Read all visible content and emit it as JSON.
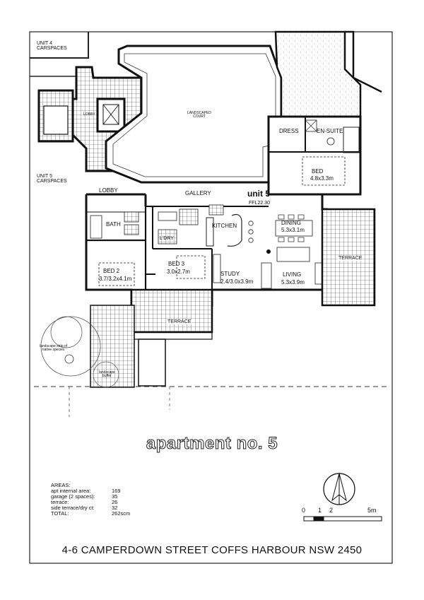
{
  "title": "apartment no. 5",
  "address": "4-6 CAMPERDOWN STREET COFFS HARBOUR NSW 2450",
  "carspaces": [
    "UNIT 4\nCARSPACES",
    "UNIT 5\nCARSPACES"
  ],
  "labels": {
    "lobby_top": "LOBBY",
    "landscaped_court": "LANDSCAPED\nCOURT",
    "lobby": "LOBBY",
    "gallery": "GALLERY",
    "unit": "unit 5",
    "ffl": "FFL22.30",
    "kitchen": "KITCHEN",
    "bath": "BATH",
    "ldry": "L'DRY",
    "dress": "DRESS",
    "ensuite": "EN-SUITE",
    "dining": "DINING",
    "dining_dim": "5.3x3.1m",
    "bed1": "BED",
    "bed1_dim": "4.8x3.3m",
    "bed2": "BED 2",
    "bed2_dim": "3.7/3.2x4.1m",
    "bed3": "BED 3",
    "bed3_dim": "3.0x2.7m",
    "study": "STUDY",
    "study_dim": "2.4/3.0x3.9m",
    "living": "LIVING",
    "living_dim": "5.3x3.9m",
    "terrace_right": "TERRACE",
    "terrace_bottom": "TERRACE",
    "landscape_1": "landscape strip of\nnative species",
    "landscape_2": "landscape\nbuffer",
    "scale": [
      "0",
      "1",
      "2",
      "5m"
    ]
  },
  "areas": {
    "heading": "AREAS:",
    "rows": [
      {
        "label": "apt internal area:",
        "value": "169"
      },
      {
        "label": "garage (2 spaces):",
        "value": "35"
      },
      {
        "label": "terrace:",
        "value": "26"
      },
      {
        "label": "side terrace/dry ct:",
        "value": "32"
      },
      {
        "label": "TOTAL:",
        "value": "262scm"
      }
    ]
  }
}
